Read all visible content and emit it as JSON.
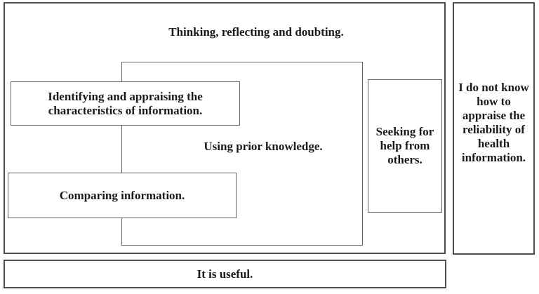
{
  "figure": {
    "colors": {
      "background": "#ffffff",
      "outer_border": "#4f4f4f",
      "inner_border": "#646464",
      "text": "#1a1a1a"
    },
    "outer_box": {
      "title": "Thinking, reflecting and doubting."
    },
    "inner_box": {
      "label": "Using prior knowledge."
    },
    "boxes": {
      "identifying": {
        "label": "Identifying and appraising the\ncharacteristics of information."
      },
      "comparing": {
        "label": "Comparing information."
      },
      "seeking": {
        "label": "Seeking for\nhelp from\nothers."
      },
      "unknown": {
        "label": "I do not know\nhow to\nappraise the\nreliability of\nhealth\ninformation."
      },
      "useful": {
        "label": "It is useful."
      }
    }
  }
}
